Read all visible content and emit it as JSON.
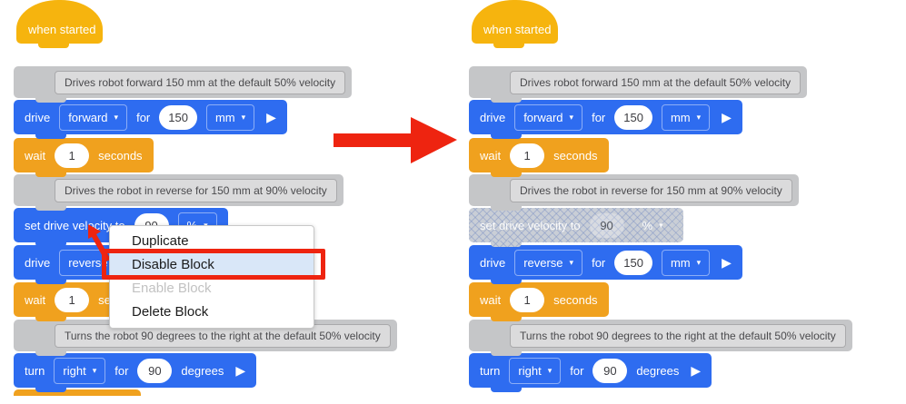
{
  "program": {
    "hat_label": "when started",
    "comment1": "Drives robot forward 150 mm at the default 50% velocity",
    "drive_forward": {
      "kw": "drive",
      "dir": "forward",
      "for": "for",
      "value": "150",
      "unit": "mm"
    },
    "wait": {
      "kw": "wait",
      "value": "1",
      "unit": "seconds"
    },
    "comment2": "Drives the robot in reverse for 150 mm at 90% velocity",
    "set_velocity": {
      "kw": "set drive velocity to",
      "value": "90",
      "unit": "%"
    },
    "drive_reverse": {
      "kw": "drive",
      "dir": "reverse",
      "for": "for",
      "value": "150",
      "unit": "mm"
    },
    "comment3": "Turns the robot 90 degrees to the right at the default 50% velocity",
    "turn": {
      "kw": "turn",
      "dir": "right",
      "for": "for",
      "value": "90",
      "unit": "degrees"
    }
  },
  "context_menu": {
    "items": [
      "Duplicate",
      "Disable Block",
      "Enable Block",
      "Delete Block"
    ]
  },
  "icons": {
    "caret": "▾",
    "play": "▶"
  },
  "colors": {
    "block_blue": "#2E6CF0",
    "block_orange": "#F0A11E",
    "hat_yellow": "#F6B40E",
    "comment_gray": "#C5C6C8",
    "comment_inner_gray": "#DBDBDC",
    "disabled_fill": "#C9CED6",
    "annotation_red": "#EE2410",
    "menu_highlight": "#D9E7F8"
  }
}
